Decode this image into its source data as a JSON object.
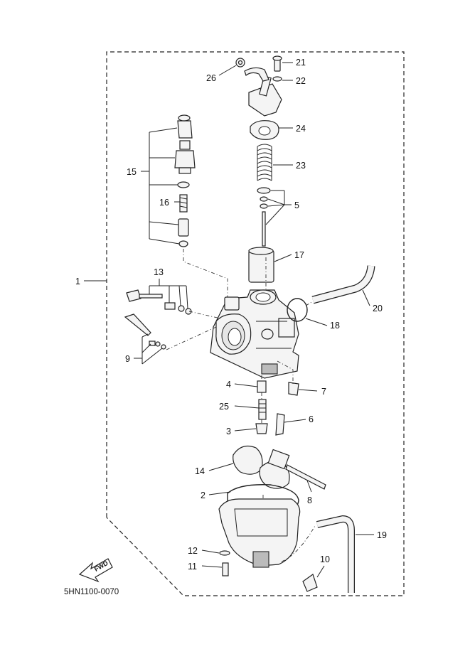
{
  "diagram": {
    "code": "5HN1100-0070",
    "fwd_label": "FWD",
    "callouts": {
      "c1": "1",
      "c2": "2",
      "c3": "3",
      "c4": "4",
      "c5": "5",
      "c6": "6",
      "c7": "7",
      "c8": "8",
      "c9": "9",
      "c10": "10",
      "c11": "11",
      "c12": "12",
      "c13": "13",
      "c14": "14",
      "c15": "15",
      "c16": "16",
      "c17": "17",
      "c18": "18",
      "c19": "19",
      "c20": "20",
      "c21": "21",
      "c22": "22",
      "c23": "23",
      "c24": "24",
      "c25": "25",
      "c26": "26"
    }
  }
}
